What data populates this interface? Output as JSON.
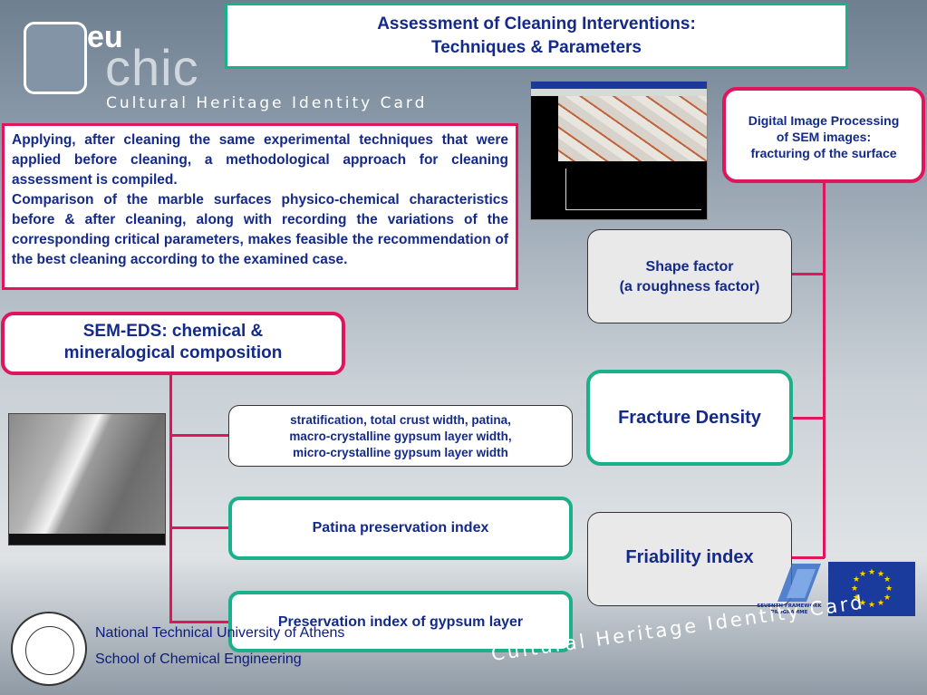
{
  "header": {
    "logo_prefix": "eu",
    "logo_main": "chic",
    "tagline": "Cultural  Heritage  Identity  Card",
    "title_line1": "Assessment of Cleaning Interventions:",
    "title_line2": "Techniques & Parameters"
  },
  "intro": {
    "paragraph1": "Applying, after cleaning the same experimental techniques that were applied before cleaning, a methodological approach for cleaning assessment is compiled.",
    "paragraph2": "Comparison of the marble surfaces physico-chemical characteristics before & after cleaning, along with recording the variations of the corresponding critical parameters, makes feasible the recommendation of the best cleaning according to the examined case."
  },
  "right_column": {
    "digital_line1": "Digital Image Processing",
    "digital_line2": "of SEM images:",
    "digital_line3": "fracturing of the surface",
    "shape_line1": "Shape factor",
    "shape_line2": "(a roughness factor)",
    "fracture": "Fracture Density",
    "friability": "Friability index"
  },
  "left_column": {
    "semeds_line1": "SEM-EDS: chemical &",
    "semeds_line2": "mineralogical composition",
    "strat_line1": "stratification, total crust width, patina,",
    "strat_line2": "macro-crystalline gypsum layer width,",
    "strat_line3": "micro-crystalline gypsum layer width",
    "patina": "Patina preservation index",
    "gypsum": "Preservation index of gypsum layer"
  },
  "footer": {
    "ntua_line1": "National Technical University of Athens",
    "ntua_line2": "School of Chemical Engineering",
    "fp7_line1": "SEVENTH FRAMEWORK",
    "fp7_line2": "PROGRAMME",
    "tagline": "Cultural  Heritage  Identity  Card"
  },
  "colors": {
    "accent_pink": "#e0155c",
    "accent_green": "#1ab089",
    "text_navy": "#142a8a"
  }
}
